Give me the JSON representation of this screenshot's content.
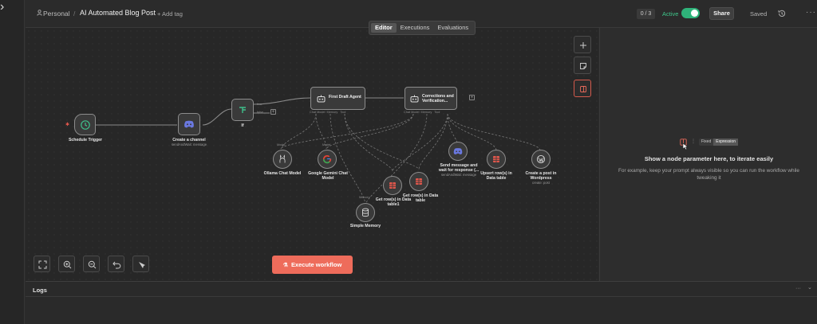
{
  "header": {
    "project": "Personal",
    "separator": "/",
    "workflow_title": "AI Automated Blog Post",
    "add_tag": "+ Add tag",
    "counter": "0 / 3",
    "active_label": "Active",
    "share_label": "Share",
    "saved_label": "Saved",
    "more": "···"
  },
  "tabs": [
    {
      "label": "Editor",
      "active": true
    },
    {
      "label": "Executions",
      "active": false
    },
    {
      "label": "Evaluations",
      "active": false
    }
  ],
  "nodes": {
    "schedule_trigger": "Schedule Trigger",
    "create_channel": "Create a channel",
    "create_channel_sub": "sendAndWait: message",
    "if": "If",
    "if_true": "true",
    "if_false": "false",
    "first_draft_agent": "First Draft Agent",
    "corrections": "Corrections and Verification...",
    "agent_ports": "Chat Model  Memory   Tool",
    "ollama": "Ollama Chat Model",
    "gemini": "Google Gemini Chat Model",
    "get_rows_1": "Get row(s) in Data table1",
    "get_rows_2": "Get row(s) in Data table",
    "simple_memory": "Simple Memory",
    "send_message": "Send message and wait for response (...",
    "send_message_sub": "sendAndWait: message",
    "upsert": "Upsert row(s) in Data table",
    "wordpress": "Create a post in Wordpress",
    "wordpress_sub": "create: post",
    "model_tag": "Model",
    "memory_tag": "Memory"
  },
  "canvas": {
    "execute_label": "Execute workflow"
  },
  "right_panel": {
    "mode_fixed": "Fixed",
    "mode_expression": "Expression",
    "title": "Show a node parameter here, to iterate easily",
    "description": "For example, keep your prompt always visible so you can run the workflow while tweaking it"
  },
  "logs": {
    "title": "Logs",
    "ctrl_more": "···",
    "ctrl_chevron": "⌄"
  }
}
